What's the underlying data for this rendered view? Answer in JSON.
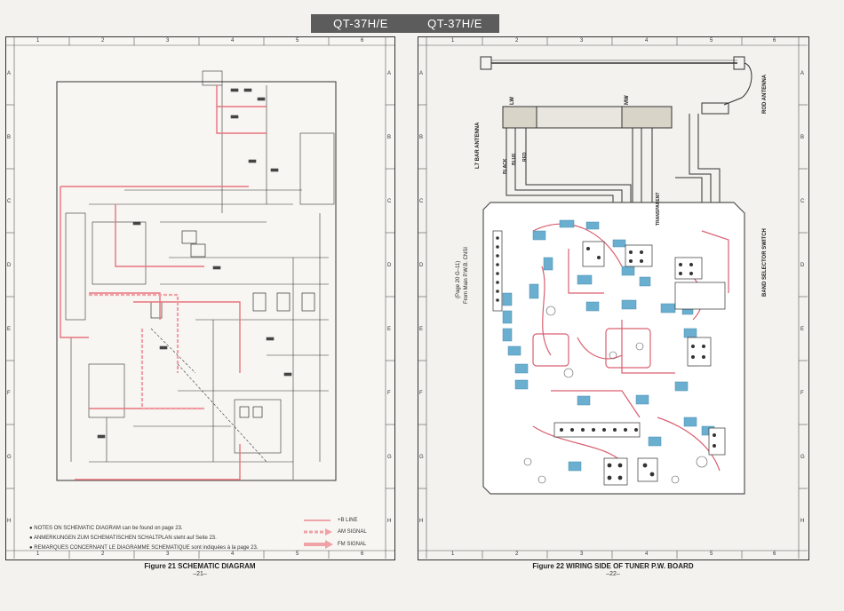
{
  "header": {
    "left_model": "QT-37H/E",
    "right_model": "QT-37H/E"
  },
  "left_page": {
    "col_labels": [
      "1",
      "2",
      "3",
      "4",
      "5",
      "6"
    ],
    "row_labels": [
      "A",
      "B",
      "C",
      "D",
      "E",
      "F",
      "G",
      "H"
    ],
    "notes": [
      "● NOTES ON SCHEMATIC DIAGRAM can be found on page 23.",
      "● ANMERKUNGEN ZUM SCHEMATISCHEN SCHALTPLAN steht auf Seite 23.",
      "● REMARQUES CONCERNANT LE DIAGRAMME SCHEMATIQUE sont indiquées à la page 23."
    ],
    "legend": {
      "b_line": "+B LINE",
      "am": "AM SIGNAL",
      "fm": "FM SIGNAL"
    },
    "caption": "Figure 21 SCHEMATIC DIAGRAM",
    "page_number": "–21–"
  },
  "right_page": {
    "col_labels": [
      "1",
      "2",
      "3",
      "4",
      "5",
      "6"
    ],
    "row_labels": [
      "A",
      "B",
      "C",
      "D",
      "E",
      "F",
      "G",
      "H"
    ],
    "labels": {
      "rod_antenna": "ROD ANTENNA",
      "bar_antenna": "L7 BAR ANTENNA",
      "lw": "LW",
      "mw": "MW",
      "band_switch": "BAND SELECTOR SWITCH",
      "from_main": "(Page 20 G–11)",
      "from_main2": "From Main P.W.B. CNSI",
      "black": "BLACK",
      "blue": "BLUE",
      "red": "RED",
      "transparent": "TRANSPARENT"
    },
    "caption": "Figure 22 WIRING SIDE OF TUNER P.W. BOARD",
    "page_number": "–22–"
  },
  "colors": {
    "b_line": "#e8747e",
    "am_signal": "#e8747e",
    "fm_signal": "#f0a2a8",
    "board_blue": "#6aaed0",
    "trace": "#d96070"
  }
}
